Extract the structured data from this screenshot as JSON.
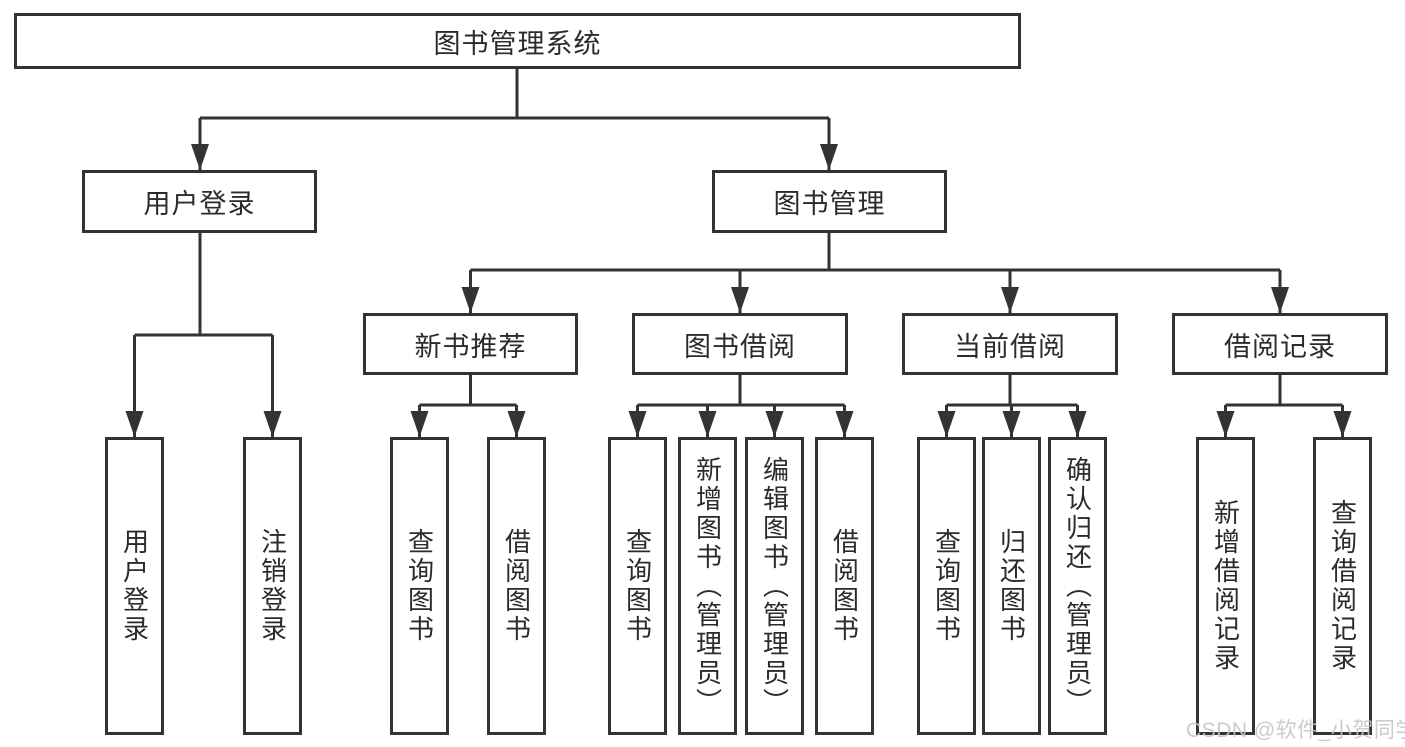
{
  "colors": {
    "line": "#333333",
    "text": "#2b2b2b",
    "watermark": "#c6c6c6",
    "background": "#ffffff"
  },
  "diagram": {
    "title": "图书管理系统",
    "user_login": {
      "label": "用户登录",
      "children": [
        {
          "label": "用户登录"
        },
        {
          "label": "注销登录"
        }
      ]
    },
    "book_management": {
      "label": "图书管理",
      "modules": [
        {
          "label": "新书推荐",
          "children": [
            {
              "label": "查询图书"
            },
            {
              "label": "借阅图书"
            }
          ]
        },
        {
          "label": "图书借阅",
          "children": [
            {
              "label": "查询图书"
            },
            {
              "label": "新增图书（管理员）"
            },
            {
              "label": "编辑图书（管理员）"
            },
            {
              "label": "借阅图书"
            }
          ]
        },
        {
          "label": "当前借阅",
          "children": [
            {
              "label": "查询图书"
            },
            {
              "label": "归还图书"
            },
            {
              "label": "确认归还（管理员）"
            }
          ]
        },
        {
          "label": "借阅记录",
          "children": [
            {
              "label": "新增借阅记录"
            },
            {
              "label": "查询借阅记录"
            }
          ]
        }
      ]
    }
  },
  "watermark": {
    "text": "CSDN @软件_小贺同学"
  }
}
